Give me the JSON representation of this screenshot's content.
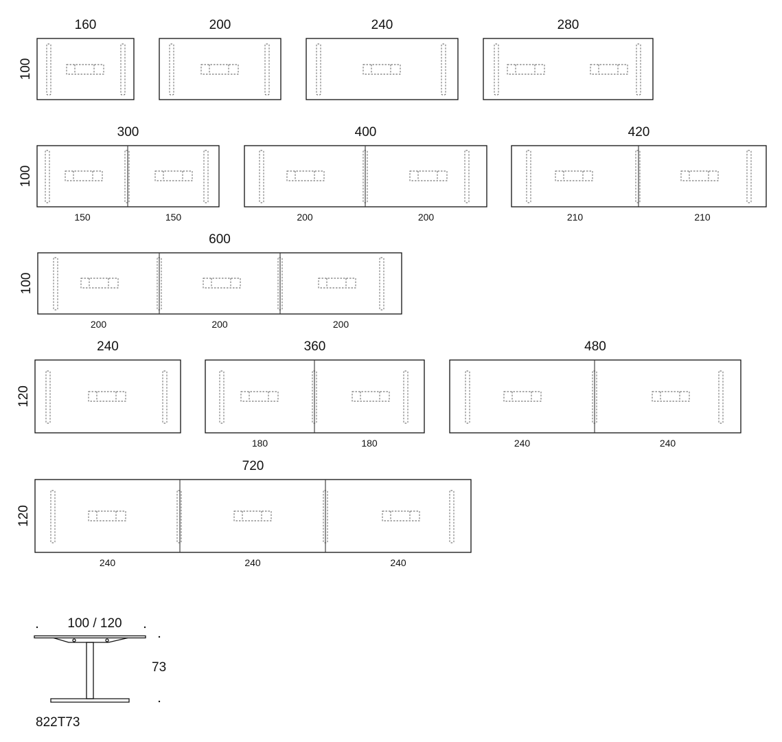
{
  "tables": [
    {
      "width_label": "160",
      "depth_label": "100",
      "segment_labels": []
    },
    {
      "width_label": "200",
      "depth_label": "",
      "segment_labels": []
    },
    {
      "width_label": "240",
      "depth_label": "",
      "segment_labels": []
    },
    {
      "width_label": "280",
      "depth_label": "",
      "segment_labels": []
    },
    {
      "width_label": "300",
      "depth_label": "100",
      "segment_labels": [
        "150",
        "150"
      ]
    },
    {
      "width_label": "400",
      "depth_label": "",
      "segment_labels": [
        "200",
        "200"
      ]
    },
    {
      "width_label": "420",
      "depth_label": "",
      "segment_labels": [
        "210",
        "210"
      ]
    },
    {
      "width_label": "600",
      "depth_label": "100",
      "segment_labels": [
        "200",
        "200",
        "200"
      ]
    },
    {
      "width_label": "240",
      "depth_label": "120",
      "segment_labels": []
    },
    {
      "width_label": "360",
      "depth_label": "",
      "segment_labels": [
        "180",
        "180"
      ]
    },
    {
      "width_label": "480",
      "depth_label": "",
      "segment_labels": [
        "240",
        "240"
      ]
    },
    {
      "width_label": "720",
      "depth_label": "120",
      "segment_labels": [
        "240",
        "240",
        "240"
      ]
    }
  ],
  "side_view": {
    "width_label": "100 / 120",
    "height_label": "73",
    "model_code": "822T73"
  }
}
